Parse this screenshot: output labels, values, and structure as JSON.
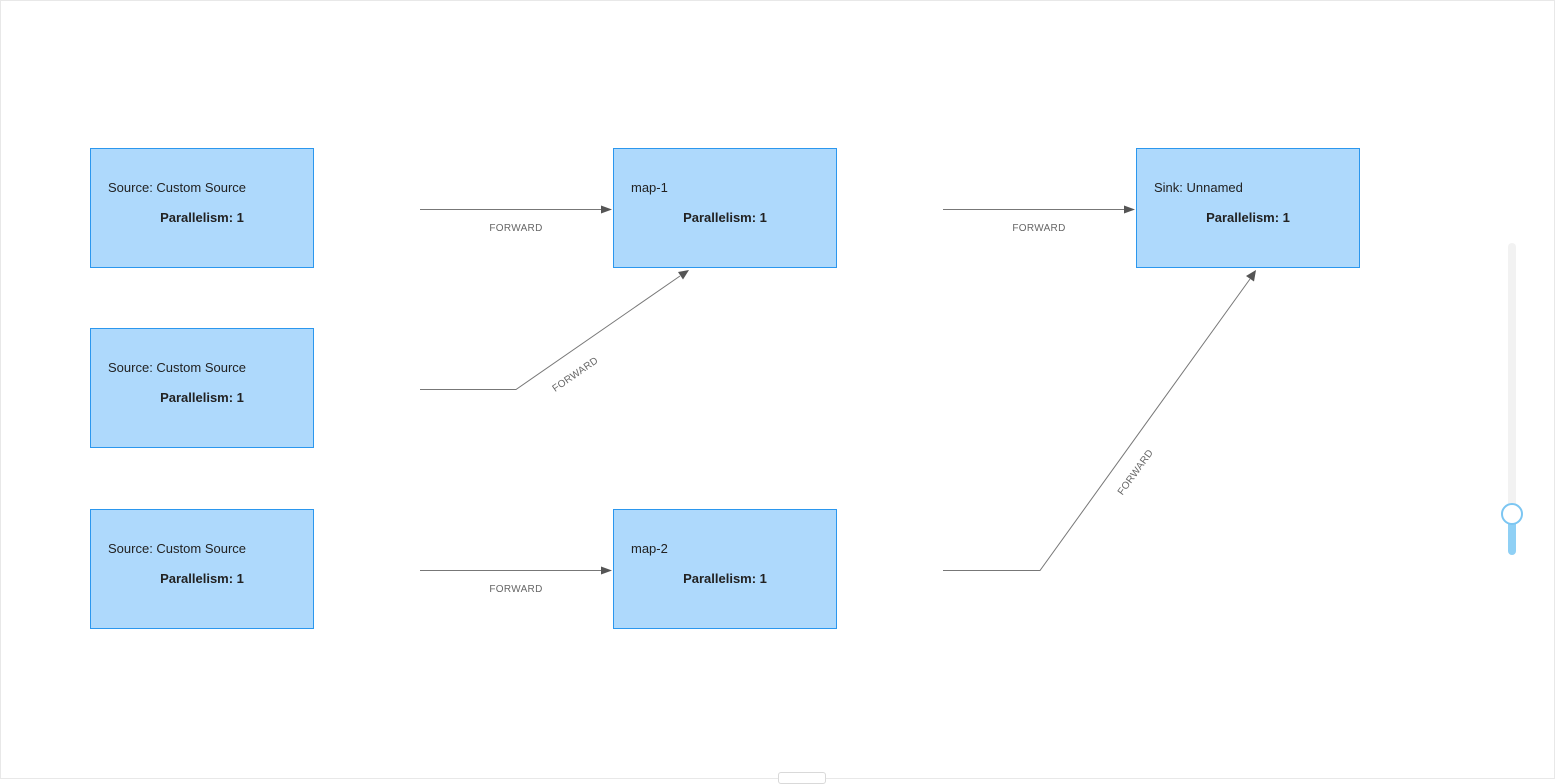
{
  "diagram": {
    "nodes": [
      {
        "id": "n1",
        "title": "Source: Custom Source",
        "parallelism": "Parallelism: 1"
      },
      {
        "id": "n2",
        "title": "Source: Custom Source",
        "parallelism": "Parallelism: 1"
      },
      {
        "id": "n3",
        "title": "Source: Custom Source",
        "parallelism": "Parallelism: 1"
      },
      {
        "id": "n4",
        "title": "map-1",
        "parallelism": "Parallelism: 1"
      },
      {
        "id": "n5",
        "title": "map-2",
        "parallelism": "Parallelism: 1"
      },
      {
        "id": "n6",
        "title": "Sink: Unnamed",
        "parallelism": "Parallelism: 1"
      }
    ],
    "edges": [
      {
        "from": "n1",
        "to": "n4",
        "label": "FORWARD"
      },
      {
        "from": "n2",
        "to": "n4",
        "label": "FORWARD"
      },
      {
        "from": "n3",
        "to": "n5",
        "label": "FORWARD"
      },
      {
        "from": "n4",
        "to": "n6",
        "label": "FORWARD"
      },
      {
        "from": "n5",
        "to": "n6",
        "label": "FORWARD"
      }
    ]
  },
  "zoom": {
    "level": 0.13
  },
  "colors": {
    "node_fill": "#aed9fc",
    "node_border": "#2b97ee",
    "edge": "#777777",
    "zoom_accent": "#7cc6f2"
  }
}
